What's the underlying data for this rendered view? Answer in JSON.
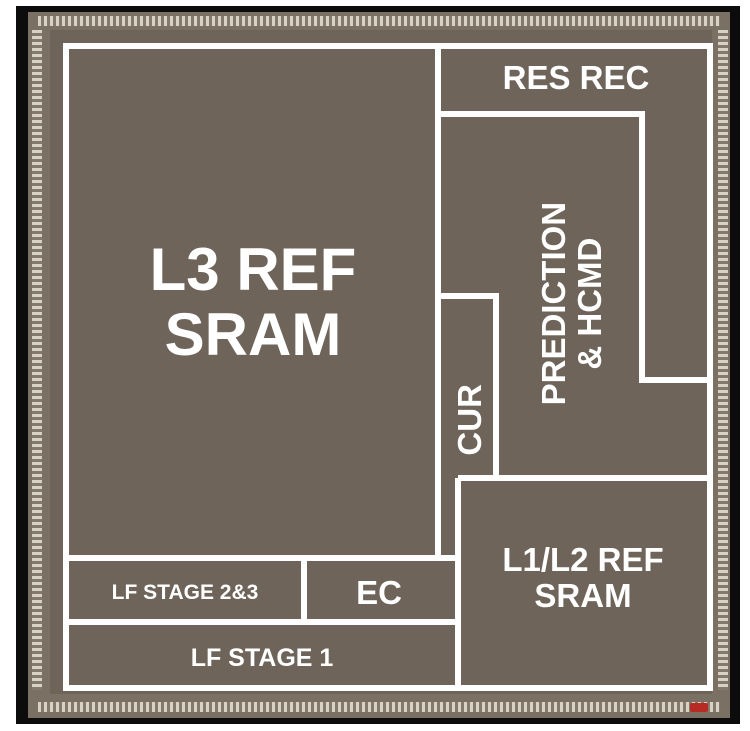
{
  "blocks": {
    "l3_ref_sram": "L3 REF\nSRAM",
    "res_rec": "RES REC",
    "prediction_hcmd": "PREDICTION\n& HCMD",
    "cur": "CUR",
    "l1_l2_ref_sram": "L1/L2 REF\nSRAM",
    "lf_stage_2_3": "LF STAGE 2&3",
    "ec": "EC",
    "lf_stage_1": "LF STAGE 1"
  },
  "colors": {
    "die": "#7a7064",
    "core": "#6e645a",
    "outline": "#ffffff",
    "label": "#ffffff",
    "frame": "#0c0c0c"
  }
}
